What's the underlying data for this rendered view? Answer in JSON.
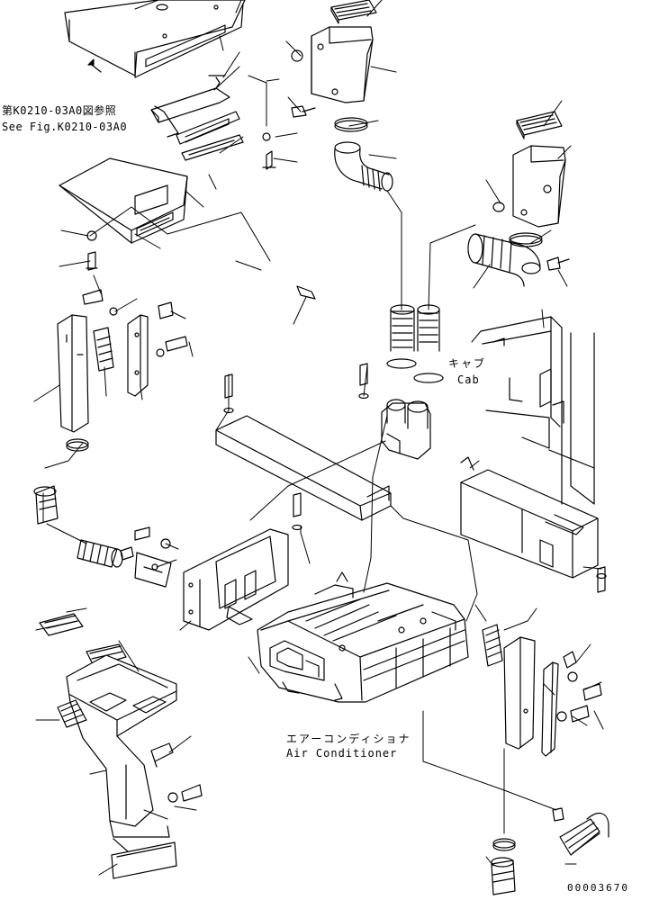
{
  "figure": {
    "background": "#ffffff",
    "line_color": "#000000"
  },
  "labels": {
    "reference_ja": "第K0210-03A0図参照",
    "reference_en": "See Fig.K0210-03A0",
    "cab_ja": "キャブ",
    "cab_en": "Cab",
    "air_conditioner_ja": "エアーコンディショナ",
    "air_conditioner_en": "Air Conditioner",
    "drawing_id": "00003670"
  },
  "parts": [
    {
      "name": "top-cover",
      "icon": "cover-plate"
    },
    {
      "name": "upper-bracket",
      "icon": "bracket"
    },
    {
      "name": "cover-box",
      "icon": "box"
    },
    {
      "name": "vent-grille-upper",
      "icon": "grille"
    },
    {
      "name": "duct-upper-left",
      "icon": "duct"
    },
    {
      "name": "vent-grille-right",
      "icon": "grille"
    },
    {
      "name": "duct-upper-right",
      "icon": "duct"
    },
    {
      "name": "elbow-hose-left",
      "icon": "elbow-hose"
    },
    {
      "name": "elbow-hose-right",
      "icon": "elbow-hose"
    },
    {
      "name": "bellows-hose",
      "icon": "bellows"
    },
    {
      "name": "pillar-duct-left",
      "icon": "duct"
    },
    {
      "name": "louver-left",
      "icon": "grille"
    },
    {
      "name": "bracket-left",
      "icon": "bracket"
    },
    {
      "name": "crossmember",
      "icon": "beam"
    },
    {
      "name": "drain-valve",
      "icon": "valve"
    },
    {
      "name": "floor-duct-right",
      "icon": "duct"
    },
    {
      "name": "mount-bracket",
      "icon": "bracket"
    },
    {
      "name": "air-conditioner-unit",
      "icon": "hvac-unit"
    },
    {
      "name": "console-duct",
      "icon": "duct"
    },
    {
      "name": "pillar-duct-right",
      "icon": "duct"
    },
    {
      "name": "cab-frame",
      "icon": "frame"
    },
    {
      "name": "lower-hose",
      "icon": "bellows"
    }
  ]
}
